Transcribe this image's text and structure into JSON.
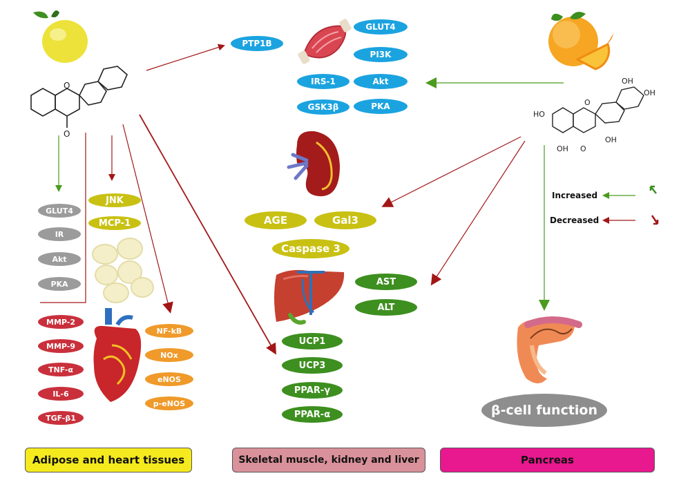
{
  "muscle_markers": [
    "PTP1B",
    "GLUT4",
    "PI3K",
    "IRS-1",
    "Akt",
    "GSK3β",
    "PKA"
  ],
  "adipose_markers": [
    "GLUT4",
    "IR",
    "Akt",
    "PKA"
  ],
  "inflammatory_markers": [
    "JNK",
    "MCP-1"
  ],
  "heart_markers": [
    "MMP-2",
    "MMP-9",
    "TNF-α",
    "IL-6",
    "TGF-β1"
  ],
  "vascular_markers": [
    "NF-kB",
    "NOx",
    "eNOS",
    "p-eNOS"
  ],
  "kidney_markers": [
    "AGE",
    "Gal3",
    "Caspase 3"
  ],
  "liver_markers": [
    "AST",
    "ALT",
    "UCP1",
    "UCP3",
    "PPAR-γ",
    "PPAR-α"
  ],
  "pancreas_outcome": "β-cell function",
  "legend": {
    "increased": "Increased",
    "decreased": "Decreased"
  },
  "sections": {
    "adipose_heart": "Adipose and heart tissues",
    "muscle_kidney_liver": "Skeletal muscle, kidney and liver",
    "pancreas": "Pancreas"
  },
  "colors": {
    "increase_arrow": "#4a9b1e",
    "decrease_arrow": "#a31616",
    "section_adipose": "#f5ea1d",
    "section_muscle": "#d9919a",
    "section_pancreas": "#e8188f"
  },
  "icons": [
    "lemon-icon",
    "orange-icon",
    "flavone-structure",
    "quercetin-structure",
    "muscle-icon",
    "kidney-icon",
    "liver-icon",
    "heart-icon",
    "adipocytes-icon",
    "pancreas-icon"
  ]
}
